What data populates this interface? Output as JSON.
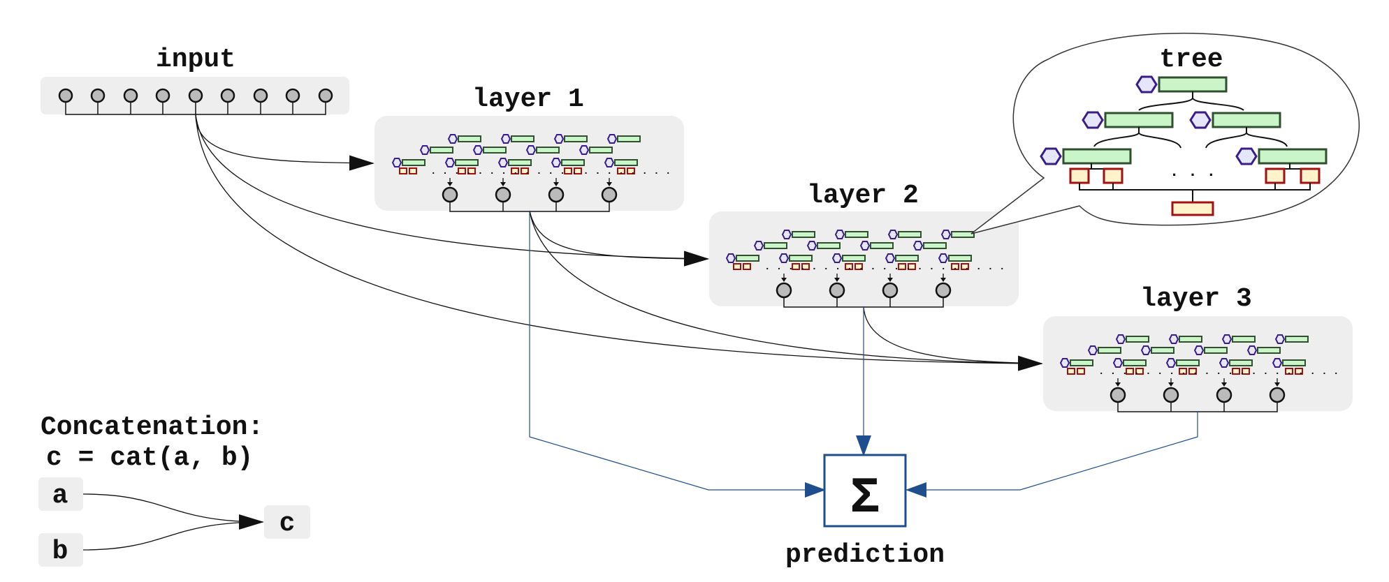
{
  "labels": {
    "input": "input",
    "layer1": "layer 1",
    "layer2": "layer 2",
    "layer3": "layer 3",
    "tree": "tree",
    "tree_ellipsis": ". . .",
    "prediction": "prediction",
    "sum_symbol": "Σ",
    "concat_title": "Concatenation:",
    "concat_formula": "c = cat(a, b)",
    "concat_a": "a",
    "concat_b": "b",
    "concat_c": "c"
  },
  "colors": {
    "panel": "#eeeeee",
    "node_fill": "#bbbbbb",
    "leaf_fill_green": "#c9f5c8",
    "leaf_stroke_green": "#2f4f2f",
    "hex_fill": "#e6e6fa",
    "hex_stroke": "#3a1b8a",
    "red_leaf_stroke": "#a01010",
    "yellow_leaf_fill": "#fff3cc",
    "blue_arrow": "#1f4e8c",
    "black": "#111111"
  },
  "icons": {
    "sum": "sigma-icon",
    "tree_node": "hexagon-icon",
    "leaf": "rectangle-icon"
  }
}
